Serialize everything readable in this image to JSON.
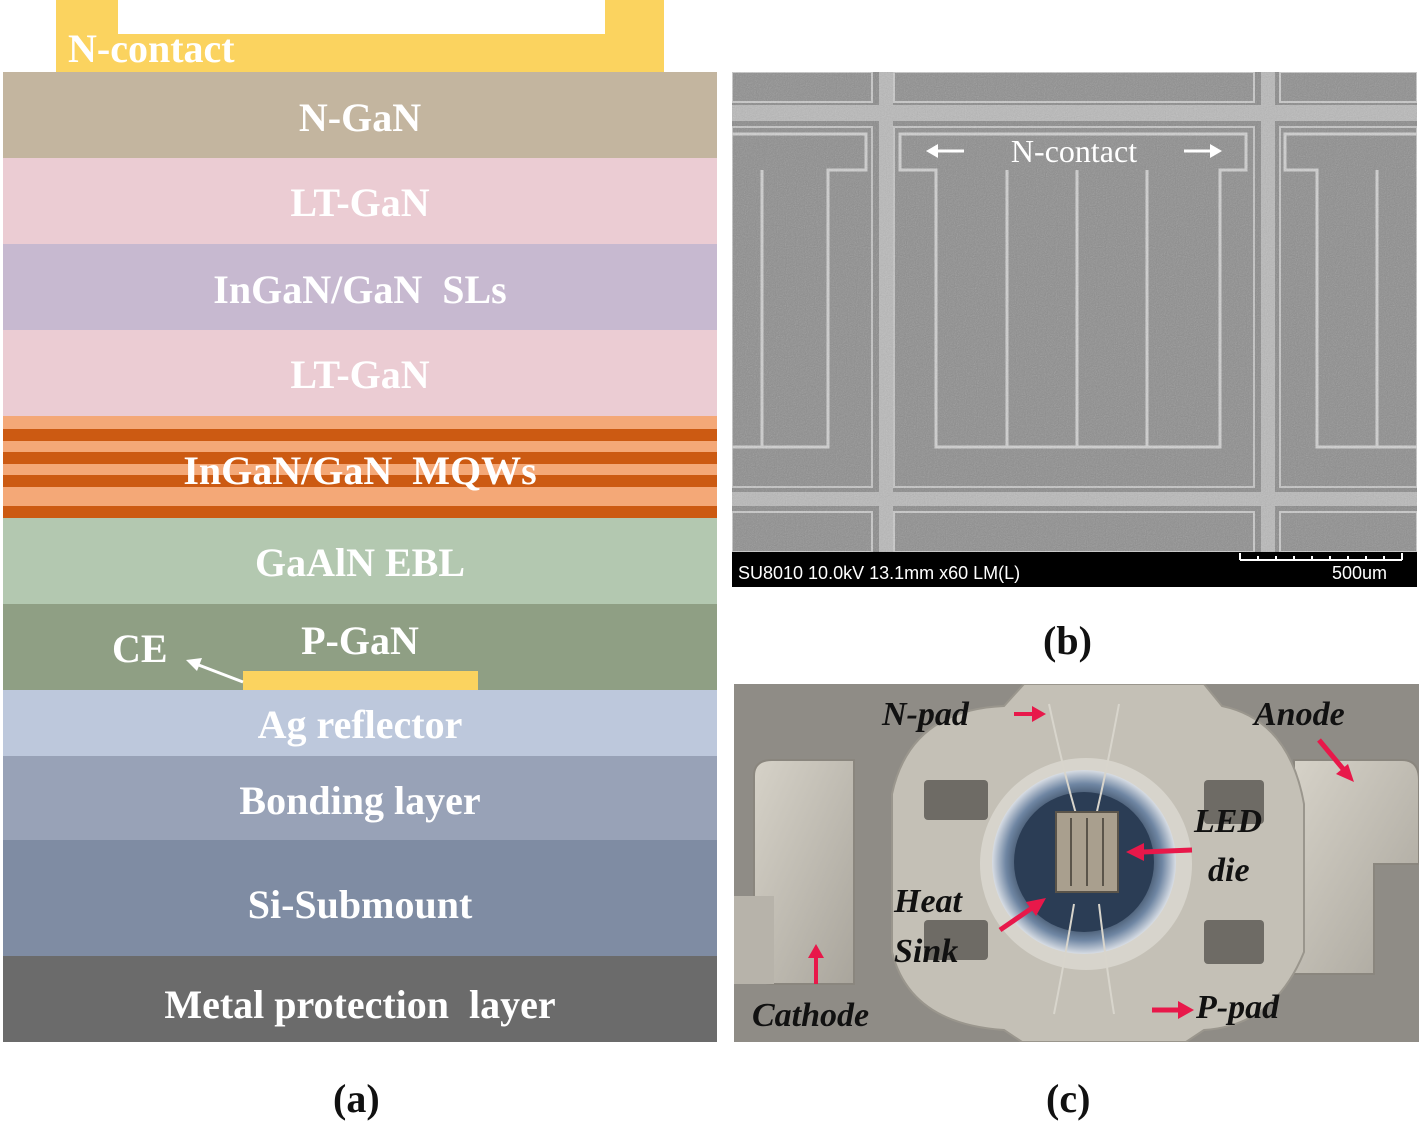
{
  "panel_a": {
    "caption": "(a)",
    "n_contact": "N-contact",
    "ce": "CE",
    "layers": [
      {
        "label": "N-GaN",
        "color": "#c3b59f"
      },
      {
        "label": "LT-GaN",
        "color": "#ebccd3"
      },
      {
        "label": "InGaN/GaN  SLs",
        "color": "#c7b9d0"
      },
      {
        "label": "LT-GaN",
        "color": "#ebccd3"
      },
      {
        "label": "InGaN/GaN  MQWs",
        "color": "#f4a877"
      },
      {
        "label": "GaAlN EBL",
        "color": "#b3c8b0"
      },
      {
        "label": "P-GaN",
        "color": "#8f9f84"
      },
      {
        "label": "Ag reflector",
        "color": "#bdc8dc"
      },
      {
        "label": "Bonding layer",
        "color": "#98a2b7"
      },
      {
        "label": "Si-Submount",
        "color": "#7f8ca3"
      },
      {
        "label": "Metal protection  layer",
        "color": "#6b6b6b"
      }
    ],
    "contact_color": "#fbd35f",
    "mqw_dark_color": "#cc5a12"
  },
  "panel_b": {
    "caption": "(b)",
    "n_contact": "N-contact",
    "info": "SU8010 10.0kV 13.1mm x60 LM(L)",
    "scale": "500um"
  },
  "panel_c": {
    "caption": "(c)",
    "n_pad": "N-pad",
    "anode": "Anode",
    "led_die_1": "LED",
    "led_die_2": "die",
    "heat_sink_1": "Heat",
    "heat_sink_2": "Sink",
    "cathode": "Cathode",
    "p_pad": "P-pad",
    "arrow_color": "#e8184a"
  }
}
